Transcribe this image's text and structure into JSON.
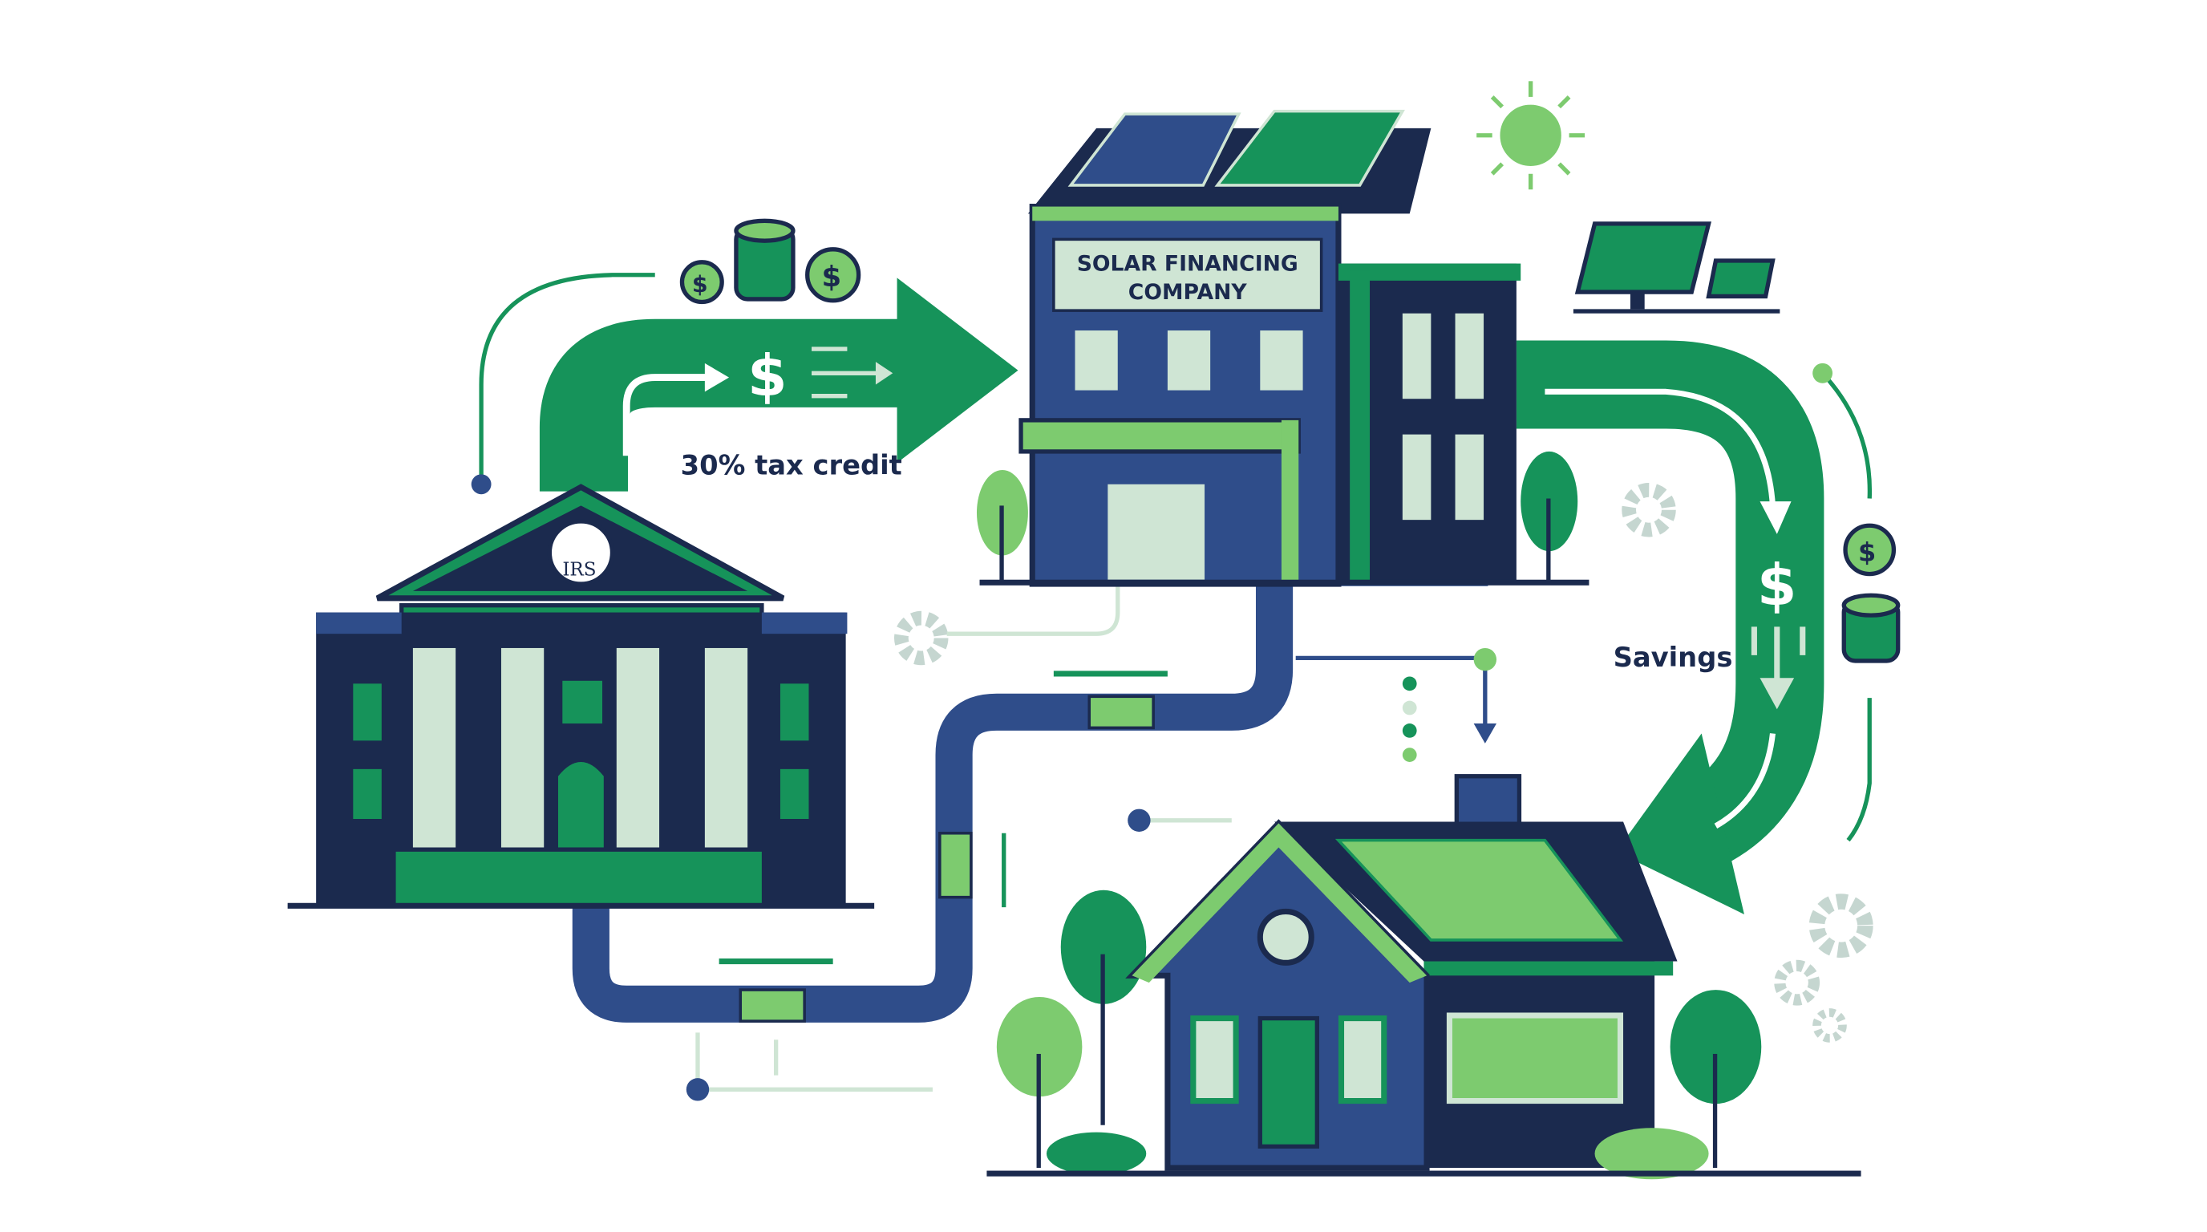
{
  "diagram": {
    "irs_label": "IRS",
    "company_sign_line1": "SOLAR FINANCING",
    "company_sign_line2": "COMPANY",
    "tax_credit_label": "30% tax credit",
    "savings_label": "Savings",
    "dollar_symbol": "$"
  },
  "colors": {
    "navy": "#1b2a4e",
    "blue": "#2f4d8a",
    "green": "#16935a",
    "light_green": "#7dcb6f",
    "pale_green": "#cfe5d4",
    "gear_gray": "#c5d6d0"
  }
}
